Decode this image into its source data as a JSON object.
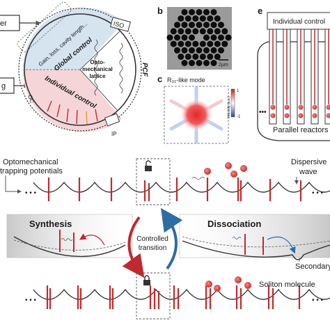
{
  "panel_a": {
    "laser_label": "er",
    "seed_label": "g",
    "iso_label": "ISO",
    "oc_label": "OC",
    "ip_label": "IP",
    "pcf_label": "PCF",
    "params_text": "Gain, loss, cavity length...",
    "global_control": "Global control",
    "individual_control": "Individual control",
    "lattice_label_1": "Opto-",
    "lattice_label_2": "mechanical",
    "lattice_label_3": "lattice"
  },
  "panel_b": {
    "letter": "b",
    "scale_bar": "2μm"
  },
  "panel_c": {
    "letter": "c",
    "mode_label": "R₀₁-like mode",
    "colorbar_label": "Intensity (a.u.)",
    "colorbar_max": "1",
    "colorbar_min": "-1"
  },
  "panel_e": {
    "letter": "e",
    "individual_control": "Individual control",
    "parallel_reactors": "Parallel reactors",
    "dots": "•••"
  },
  "bottom": {
    "trap_label_1": "Optomechanical",
    "trap_label_2": "trapping potentials",
    "dispersive_1": "Dispersive",
    "dispersive_2": "wave",
    "synthesis": "Synthesis",
    "dissociation": "Dissociation",
    "controlled_1": "Controlled",
    "controlled_2": "transition",
    "secondary": "Secondary",
    "soliton_molecule": "Soliton molecule",
    "ellipsis": "• • •"
  },
  "colors": {
    "red": "#c0292e",
    "blue": "#2e6da4",
    "global_fill": "#d6e4f0",
    "individual_fill": "#f5d5d8"
  }
}
